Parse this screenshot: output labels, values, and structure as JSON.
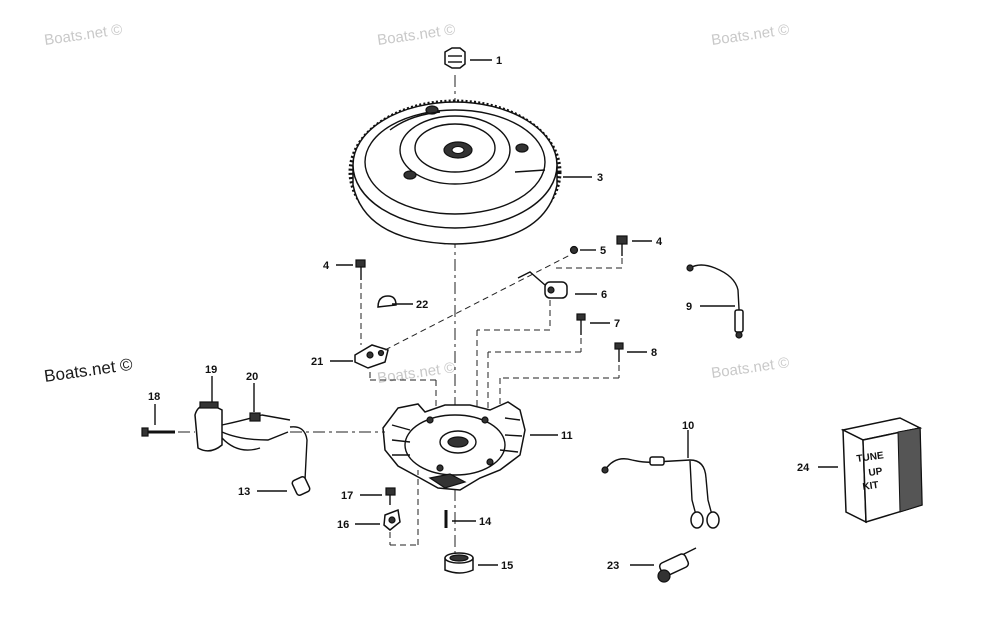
{
  "watermarks": {
    "top_left": "Boats.net ©",
    "top_center": "Boats.net ©",
    "top_right": "Boats.net ©",
    "left_dark": "Boats.net ©",
    "mid_center": "Boats.net ©",
    "mid_right": "Boats.net ©"
  },
  "callouts": {
    "c1": "1",
    "c3": "3",
    "c4_left": "4",
    "c4_right": "4",
    "c5": "5",
    "c6": "6",
    "c7": "7",
    "c8": "8",
    "c9": "9",
    "c10": "10",
    "c11": "11",
    "c13": "13",
    "c14": "14",
    "c15": "15",
    "c16": "16",
    "c17": "17",
    "c18": "18",
    "c19": "19",
    "c20": "20",
    "c21": "21",
    "c22": "22",
    "c23": "23",
    "c24": "24"
  },
  "tune_up_kit": {
    "line1": "TUNE",
    "line2": "UP",
    "line3": "KIT"
  }
}
